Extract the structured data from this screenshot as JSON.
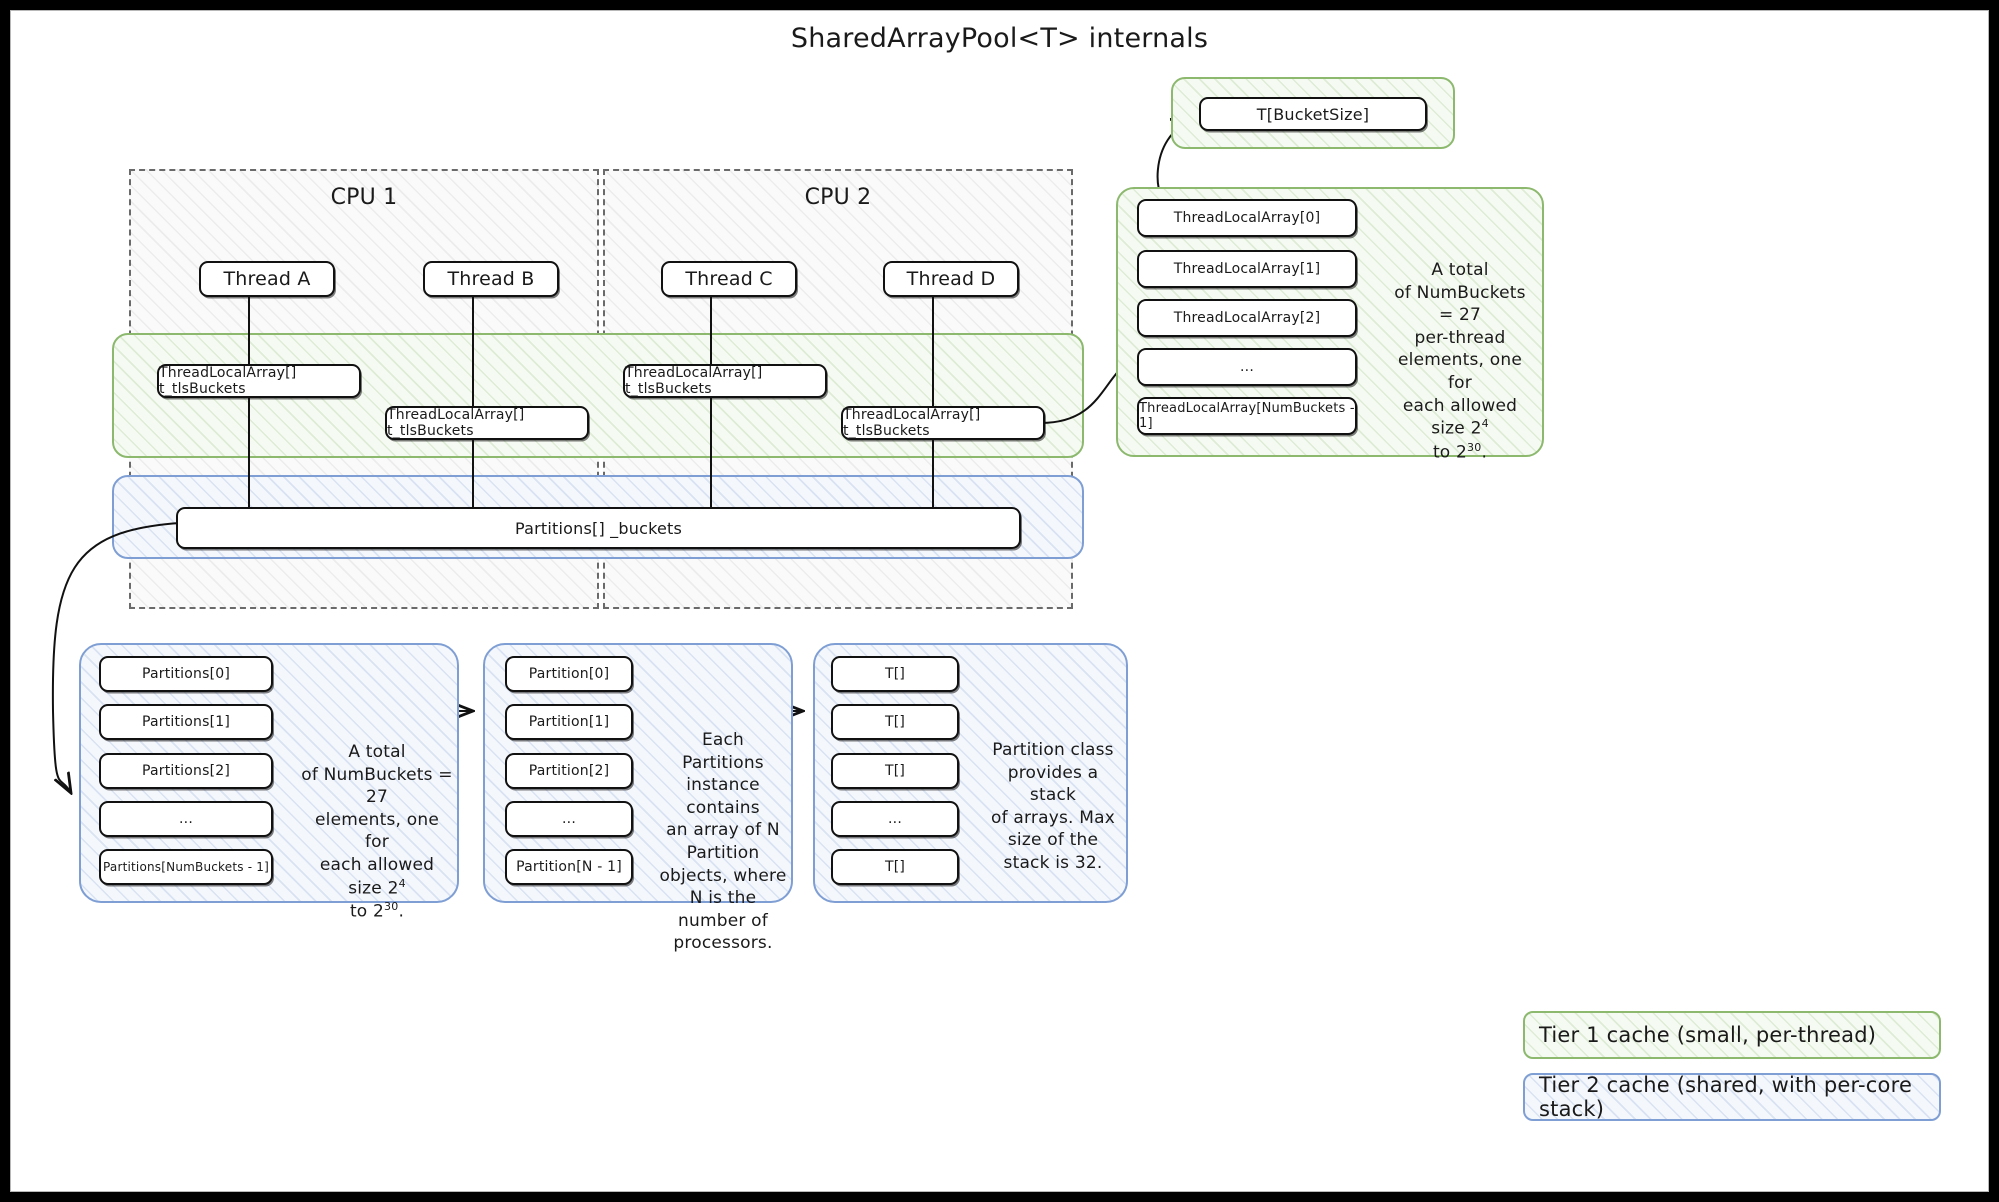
{
  "title": "SharedArrayPool<T> internals",
  "colors": {
    "tier1_border": "#82b366",
    "tier1_fill": "#f5faf2",
    "tier2_border": "#6c91cb",
    "tier2_fill": "#f4f7fc",
    "cpu_border": "#6a6a6a",
    "stroke": "#111111",
    "page": "#ffffff",
    "frame": "#000000"
  },
  "cpus": [
    {
      "label": "CPU 1"
    },
    {
      "label": "CPU 2"
    }
  ],
  "threads": [
    {
      "label": "Thread A"
    },
    {
      "label": "Thread B"
    },
    {
      "label": "Thread C"
    },
    {
      "label": "Thread D"
    }
  ],
  "tls_fields": [
    {
      "label": "ThreadLocalArray[] t_tlsBuckets"
    },
    {
      "label": "ThreadLocalArray[] t_tlsBuckets"
    },
    {
      "label": "ThreadLocalArray[] t_tlsBuckets"
    },
    {
      "label": "ThreadLocalArray[] t_tlsBuckets"
    }
  ],
  "shared_field": {
    "label": "Partitions[] _buckets"
  },
  "bucket_array": {
    "label": "T[BucketSize]"
  },
  "tls_panel": {
    "items": [
      "ThreadLocalArray[0]",
      "ThreadLocalArray[1]",
      "ThreadLocalArray[2]",
      "...",
      "ThreadLocalArray[NumBuckets - 1]"
    ],
    "note_line1": "A total",
    "note_line2": "of NumBuckets = 27",
    "note_line3": "per-thread",
    "note_line4": "elements, one for",
    "note_line5a": "each allowed size 2",
    "note_line5b": "4",
    "note_line6a": "to 2",
    "note_line6b": "30",
    "note_line6c": "."
  },
  "partitions_panel": {
    "items": [
      "Partitions[0]",
      "Partitions[1]",
      "Partitions[2]",
      "...",
      "Partitions[NumBuckets  - 1]"
    ],
    "note_line1": "A total",
    "note_line2": "of NumBuckets = 27",
    "note_line3": "elements, one for",
    "note_line4a": "each allowed size 2",
    "note_line4b": "4",
    "note_line5a": "to 2",
    "note_line5b": "30",
    "note_line5c": "."
  },
  "partition_panel": {
    "items": [
      "Partition[0]",
      "Partition[1]",
      "Partition[2]",
      "...",
      "Partition[N - 1]"
    ],
    "note_line1": "Each Partitions",
    "note_line2": "instance contains",
    "note_line3": "an array of N",
    "note_line4": "Partition",
    "note_line5": "objects, where",
    "note_line6": "N is the number of",
    "note_line7": "processors."
  },
  "stack_panel": {
    "items": [
      "T[]",
      "T[]",
      "T[]",
      "...",
      "T[]"
    ],
    "note_line1": "Partition class",
    "note_line2": "provides a stack",
    "note_line3": "of arrays.  Max",
    "note_line4": "size of the",
    "note_line5": "stack is 32."
  },
  "legend": [
    {
      "label": "Tier 1 cache (small, per-thread)",
      "tier": "tier1"
    },
    {
      "label": "Tier 2 cache (shared, with per-core stack)",
      "tier": "tier2"
    }
  ]
}
